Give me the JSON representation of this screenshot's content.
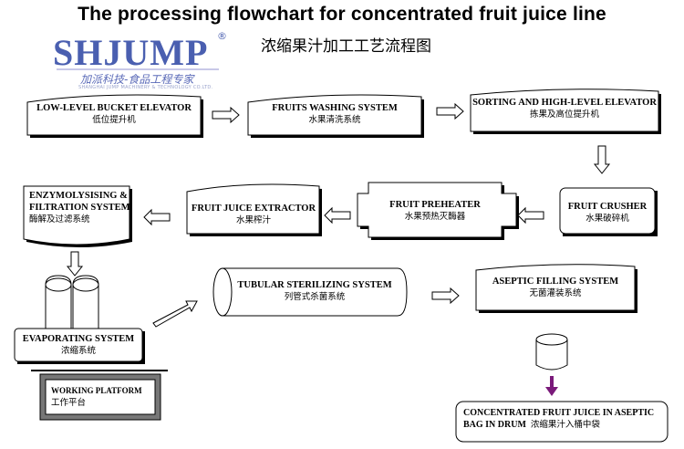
{
  "header": {
    "title": "The processing flowchart for concentrated fruit juice line",
    "subtitle_cn": "浓缩果汁加工工艺流程图"
  },
  "logo": {
    "brand": "SHJUMP",
    "registered": "®",
    "slogan_cn": "加派科技-食品工程专家",
    "slogan_en": "SHANGHAI JUMP MACHINERY & TECHNOLOGY CO.LTD."
  },
  "steps": {
    "bucket_elevator": {
      "en": "LOW-LEVEL BUCKET ELEVATOR",
      "cn": "低位提升机"
    },
    "washing": {
      "en": "FRUITS WASHING SYSTEM",
      "cn": "水果清洗系统"
    },
    "sorting": {
      "en": "SORTING AND HIGH-LEVEL ELEVATOR",
      "cn": "拣果及高位提升机"
    },
    "crusher": {
      "en": "FRUIT CRUSHER",
      "cn": "水果破碎机"
    },
    "preheater": {
      "en": "FRUIT PREHEATER",
      "cn": "水果预热灭酶器"
    },
    "extractor": {
      "en": "FRUIT JUICE EXTRACTOR",
      "cn": "水果榨汁"
    },
    "enzymolysis": {
      "en1": "ENZYMOLYSISING  &",
      "en2": "FILTRATION SYSTEM",
      "cn": "酶解及过滤系统"
    },
    "evaporating": {
      "en": "EVAPORATING SYSTEM",
      "cn": "浓缩系统"
    },
    "platform": {
      "en": "WORKING PLATFORM",
      "cn": "工作平台"
    },
    "sterilizing": {
      "en": "TUBULAR STERILIZING SYSTEM",
      "cn": "列管式杀菌系统"
    },
    "filling": {
      "en": "ASEPTIC FILLING SYSTEM",
      "cn": "无菌灌装系统"
    },
    "final": {
      "en1": "CONCENTRATED FRUIT JUICE IN ASEPTIC",
      "en2": "BAG IN DRUM",
      "cn": "浓缩果汁入桶中袋"
    }
  },
  "colors": {
    "logo": "#4a5fb0",
    "final_arrow": "#7a1a7a"
  }
}
